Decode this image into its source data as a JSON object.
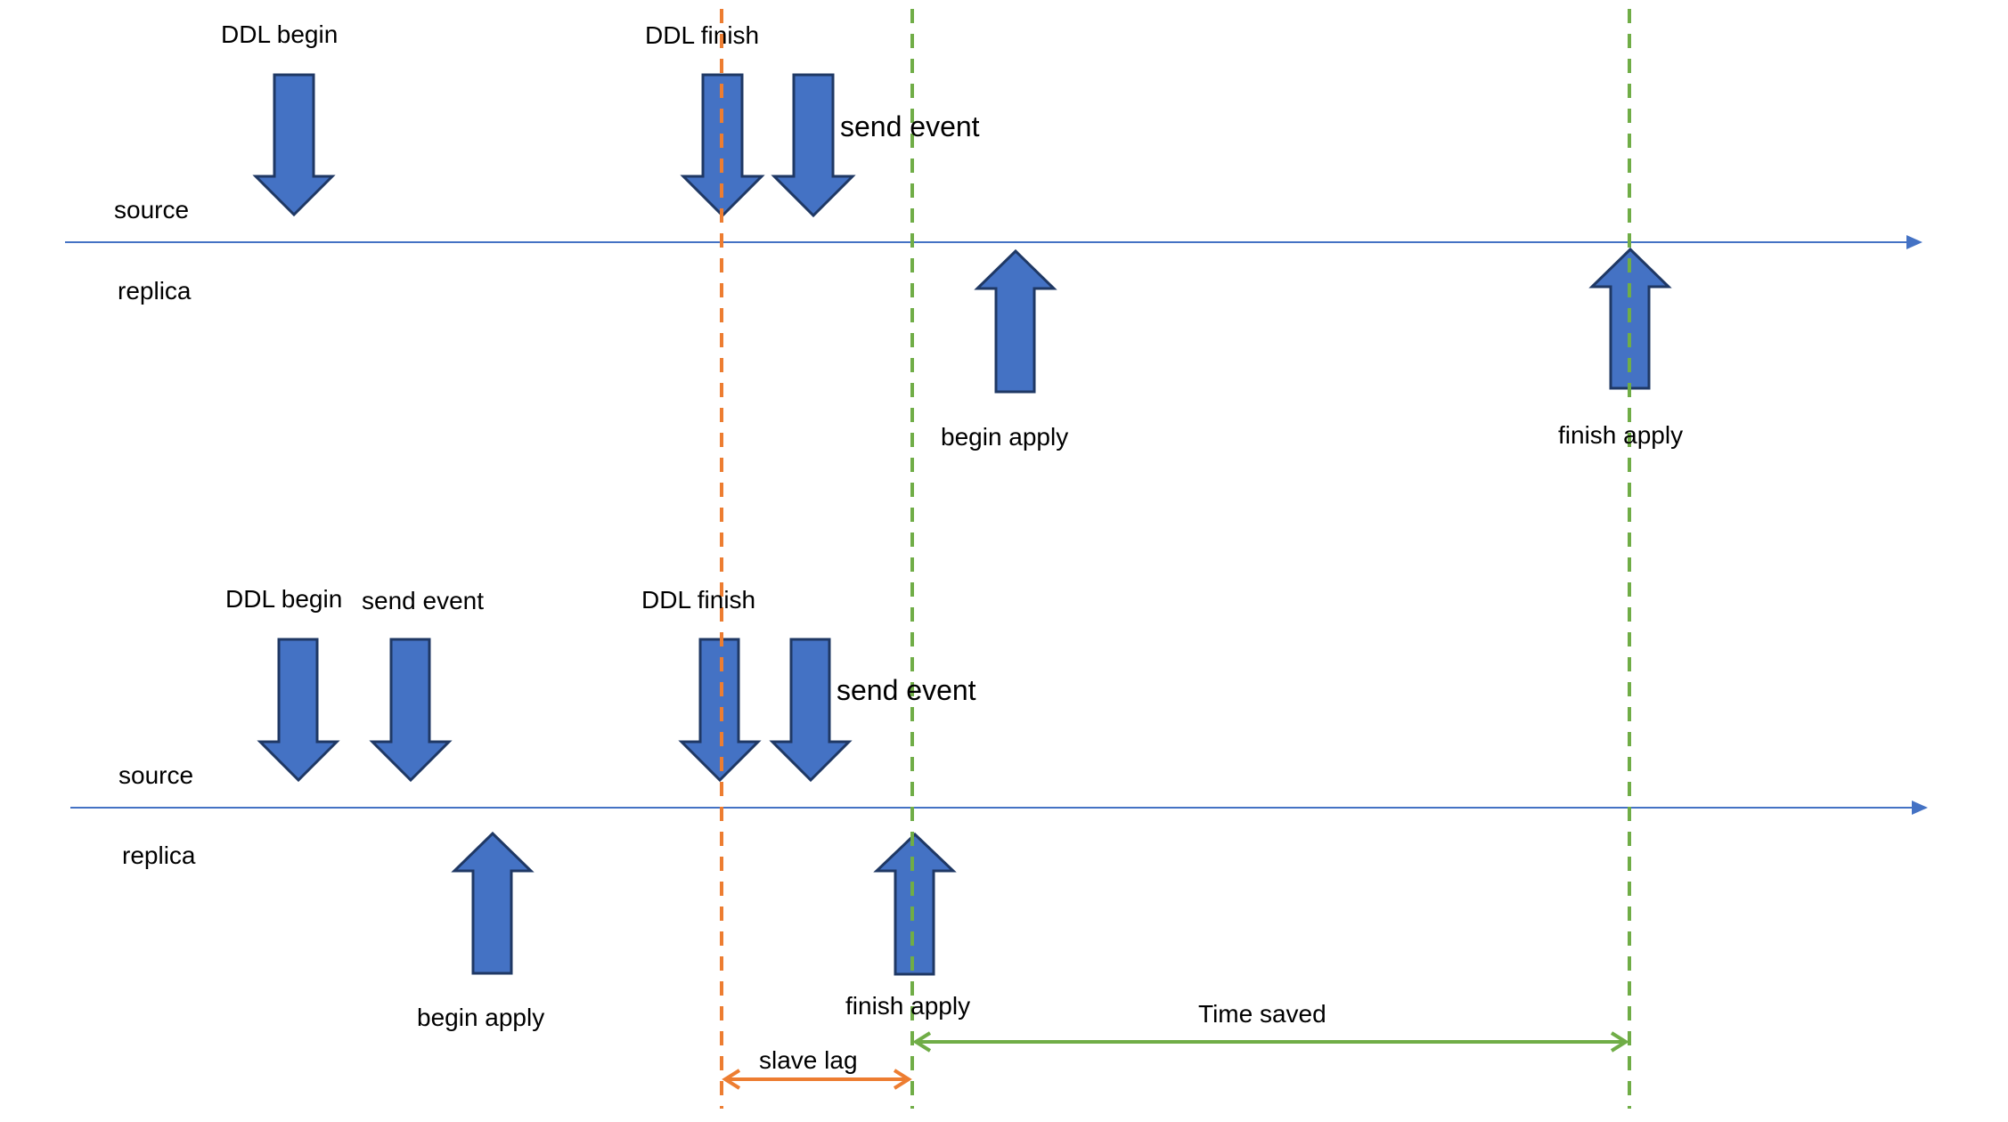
{
  "colors": {
    "arrow_fill": "#4472C4",
    "arrow_stroke": "#1F3864",
    "timeline": "#4472C4",
    "orange": "#ED7D31",
    "green": "#70AD47",
    "text": "#000000"
  },
  "top": {
    "source_label": "source",
    "replica_label": "replica",
    "ddl_begin": "DDL begin",
    "ddl_finish": "DDL finish",
    "send_event": "send event",
    "begin_apply": "begin apply",
    "finish_apply": "finish apply"
  },
  "bottom": {
    "source_label": "source",
    "replica_label": "replica",
    "ddl_begin": "DDL begin",
    "send_event_early": "send event",
    "ddl_finish": "DDL finish",
    "send_event": "send event",
    "begin_apply": "begin apply",
    "finish_apply": "finish apply"
  },
  "measures": {
    "slave_lag": "slave lag",
    "time_saved": "Time saved"
  }
}
